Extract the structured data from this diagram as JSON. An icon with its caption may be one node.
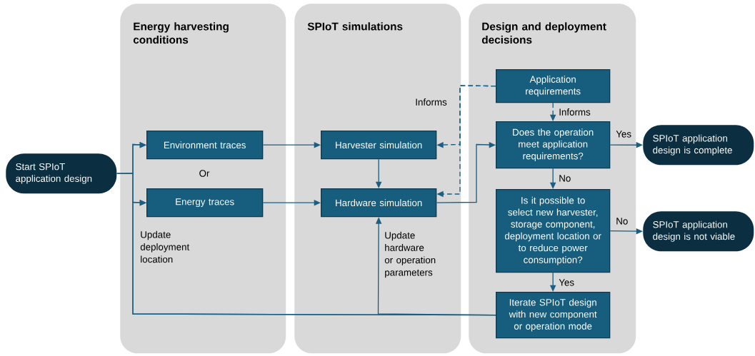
{
  "diagram": {
    "nodes": [
      {
        "text": [
          "Energy harvesting conditions"
        ]
      },
      {
        "text": [
          "SPIoT simulations"
        ]
      },
      {
        "text": [
          "Design and deployment decisions"
        ]
      },
      {
        "text": [
          "Start SPIoT application design"
        ]
      },
      {
        "text": [
          "Environment traces"
        ],
        "in": 0
      },
      {
        "text": [
          "Energy traces"
        ],
        "in": 0
      },
      {
        "text": [
          "Harvester simulation"
        ],
        "in": 1
      },
      {
        "text": [
          "Hardware simulation"
        ],
        "in": 1
      },
      {
        "text": [
          "Application requirements"
        ],
        "in": 2
      },
      {
        "text": [
          "Does the operation meet application requirements?"
        ],
        "in": 2
      },
      {
        "text": [
          "Is it possible to select new harvester, storage component, deployment location or to reduce power consumption?"
        ],
        "in": 2
      },
      {
        "text": [
          "Iterate SPIoT design with new component or operation mode"
        ],
        "in": 2
      },
      {
        "text": [
          "SPIoT application design is complete"
        ]
      },
      {
        "text": [
          "SPIoT application design is not viable"
        ]
      }
    ],
    "edges": [
      {
        "from": 3,
        "to": 4,
        "arrow": "to"
      },
      {
        "from": 3,
        "to": 5,
        "arrow": "to"
      },
      {
        "from": 4,
        "to": 6,
        "arrow": "to"
      },
      {
        "from": 5,
        "to": 7,
        "arrow": "to"
      },
      {
        "from": 6,
        "to": 7,
        "arrow": "to"
      },
      {
        "from": 8,
        "to": 6,
        "arrow": "to",
        "style": "dashed",
        "label": "Informs"
      },
      {
        "from": 8,
        "to": 7,
        "arrow": "to",
        "style": "dashed"
      },
      {
        "from": 8,
        "to": 9,
        "arrow": "to",
        "style": "dashed",
        "label": "Informs"
      },
      {
        "from": 7,
        "to": 9,
        "arrow": "to"
      },
      {
        "from": 9,
        "to": 12,
        "arrow": "to",
        "label": "Yes"
      },
      {
        "from": 9,
        "to": 10,
        "arrow": "to",
        "label": "No"
      },
      {
        "from": 10,
        "to": 13,
        "arrow": "to",
        "label": "No"
      },
      {
        "from": 10,
        "to": 11,
        "arrow": "to",
        "label": "Yes"
      },
      {
        "from": 11,
        "to": 5,
        "arrow": "to",
        "label": "Update deployment location"
      },
      {
        "from": 11,
        "to": 4,
        "arrow": "to"
      },
      {
        "from": 11,
        "to": 7,
        "arrow": "to",
        "label": "Update hardware or operation parameters"
      }
    ],
    "labels": [
      "Or"
    ]
  }
}
